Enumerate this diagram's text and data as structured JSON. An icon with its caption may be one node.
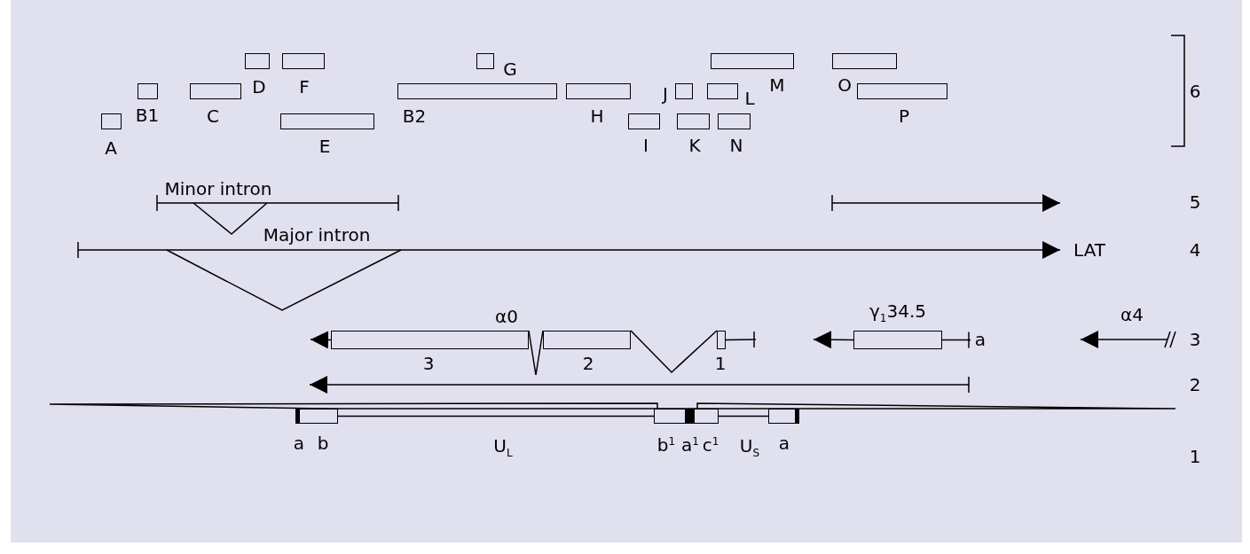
{
  "diagram": {
    "nodes": [
      {
        "text": [
          "A"
        ]
      },
      {
        "text": [
          "B1"
        ]
      },
      {
        "text": [
          "C"
        ]
      },
      {
        "text": [
          "D"
        ]
      },
      {
        "text": [
          "E"
        ]
      },
      {
        "text": [
          "F"
        ]
      },
      {
        "text": [
          "B2"
        ]
      },
      {
        "text": [
          "G"
        ]
      },
      {
        "text": [
          "H"
        ]
      },
      {
        "text": [
          "I"
        ]
      },
      {
        "text": [
          "J"
        ]
      },
      {
        "text": [
          "K"
        ]
      },
      {
        "text": [
          "L"
        ]
      },
      {
        "text": [
          "M"
        ]
      },
      {
        "text": [
          "N"
        ]
      },
      {
        "text": [
          "O"
        ]
      },
      {
        "text": [
          "P"
        ]
      },
      {
        "text": [
          "3"
        ]
      },
      {
        "text": [
          "2"
        ]
      },
      {
        "text": [
          "1"
        ]
      },
      {
        "text": [
          "γ$_{1}$34.5"
        ]
      },
      {
        "text": [
          "a"
        ]
      },
      {
        "text": [
          "b"
        ]
      },
      {
        "text": [
          "b$^{1}$"
        ]
      },
      {
        "text": [
          "a$^{1}$"
        ]
      },
      {
        "text": [
          "c$^{1}$"
        ]
      },
      {
        "text": [],
        "shape": "box"
      },
      {
        "text": [
          "a"
        ]
      },
      {
        "text": [
          "a"
        ]
      }
    ],
    "edges": [
      {
        "from": 17,
        "to": null,
        "arrow": "to"
      },
      {
        "from": 17,
        "to": 18,
        "arrow": "none"
      },
      {
        "from": 18,
        "to": 19,
        "arrow": "none"
      },
      {
        "from": 19,
        "to": null,
        "arrow": "none"
      },
      {
        "from": 20,
        "to": null,
        "arrow": "to"
      },
      {
        "from": 20,
        "to": 28,
        "arrow": "none"
      },
      {
        "from": 22,
        "to": 23,
        "arrow": "none"
      },
      {
        "from": 25,
        "to": 26,
        "arrow": "none"
      }
    ],
    "labels": [
      "6",
      "Minor intron",
      "5",
      "Major intron",
      "LAT",
      "4",
      "α0",
      "α4",
      "3",
      "2",
      "U$_{L}$",
      "U$_{S}$",
      "1"
    ]
  }
}
